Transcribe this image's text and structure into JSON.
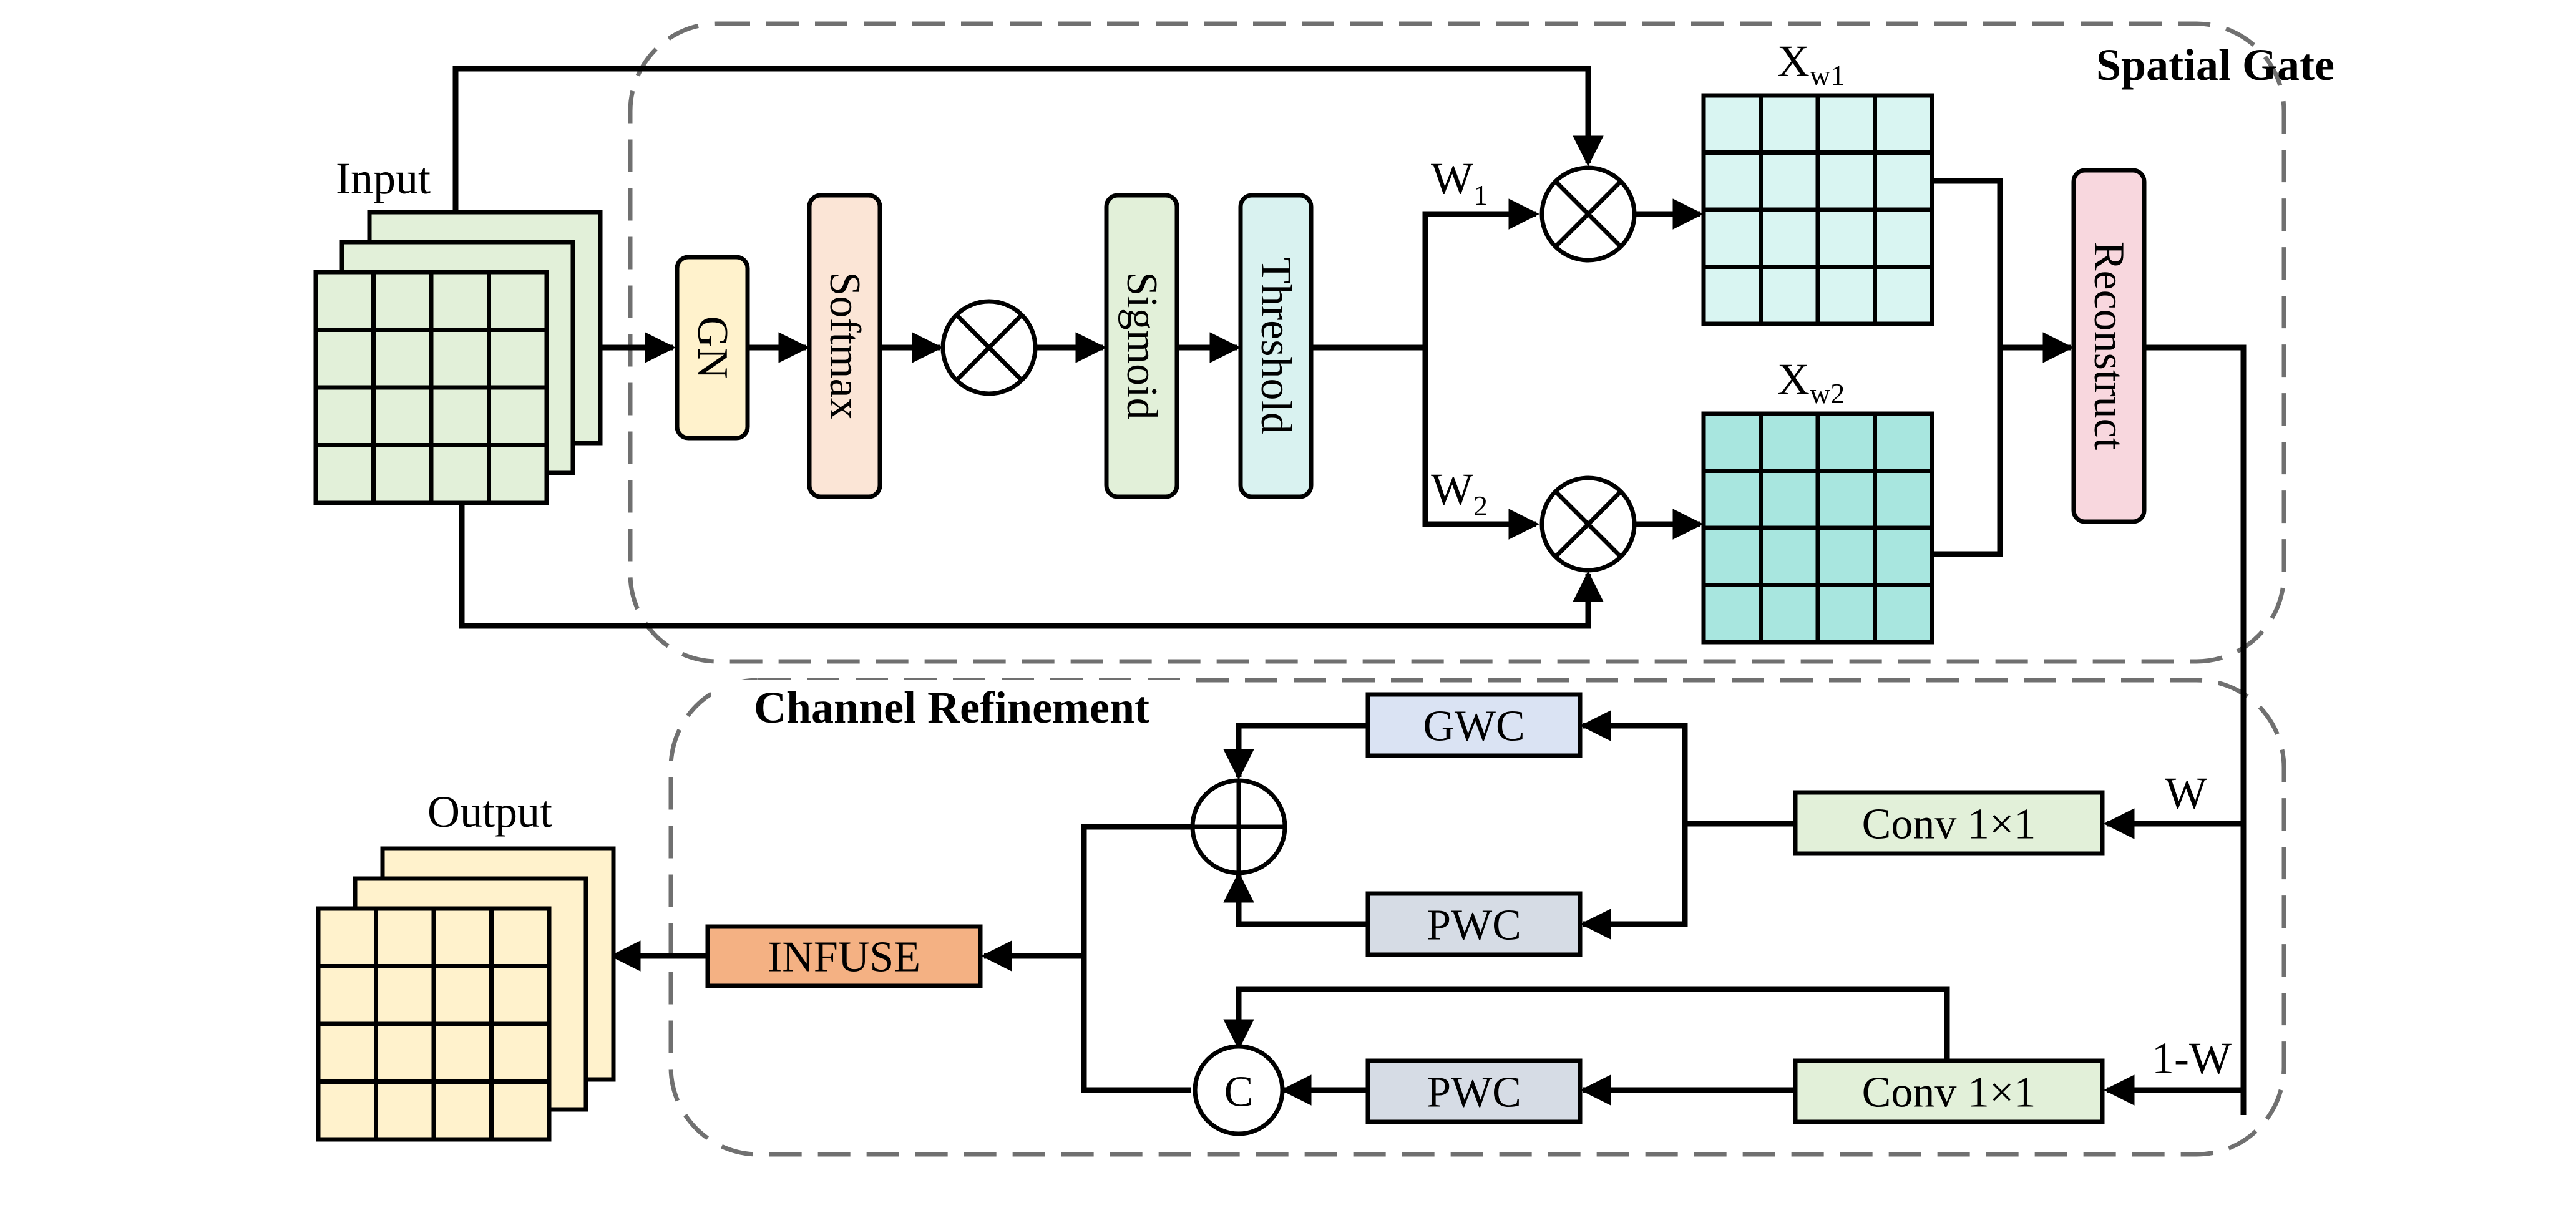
{
  "spatial_gate": {
    "title": "Spatial Gate",
    "input_label": "Input",
    "blocks": {
      "gn": "GN",
      "softmax": "Softmax",
      "sigmoid": "Sigmoid",
      "threshold": "Threshold",
      "reconstruct": "Reconstruct"
    },
    "weights": {
      "w1": {
        "base": "W",
        "sub": "1"
      },
      "w2": {
        "base": "W",
        "sub": "2"
      }
    },
    "outputs": {
      "xw1": {
        "base": "X",
        "sub": "w1"
      },
      "xw2": {
        "base": "X",
        "sub": "w2"
      }
    }
  },
  "channel_refinement": {
    "title": "Channel Refinement",
    "output_label": "Output",
    "blocks": {
      "gwc": "GWC",
      "pwc_upper": "PWC",
      "pwc_lower": "PWC",
      "conv_upper": "Conv 1×1",
      "conv_lower": "Conv 1×1",
      "infuse": "INFUSE"
    },
    "concat_symbol": "C",
    "branch_labels": {
      "w": "W",
      "one_minus_w": "1-W"
    }
  },
  "colors": {
    "input_grid": "#e2f0d9",
    "gn": "#fff2cc",
    "softmax": "#fbe5d6",
    "sigmoid": "#e2f0d9",
    "threshold": "#d9f2f0",
    "xw1": "#d9f5f2",
    "xw2": "#a8e6df",
    "reconstruct": "#f8d7de",
    "gwc": "#dae3f3",
    "pwc": "#d6dce5",
    "conv": "#e2f0d9",
    "infuse": "#f4b183",
    "output_grid": "#fff2cc"
  }
}
